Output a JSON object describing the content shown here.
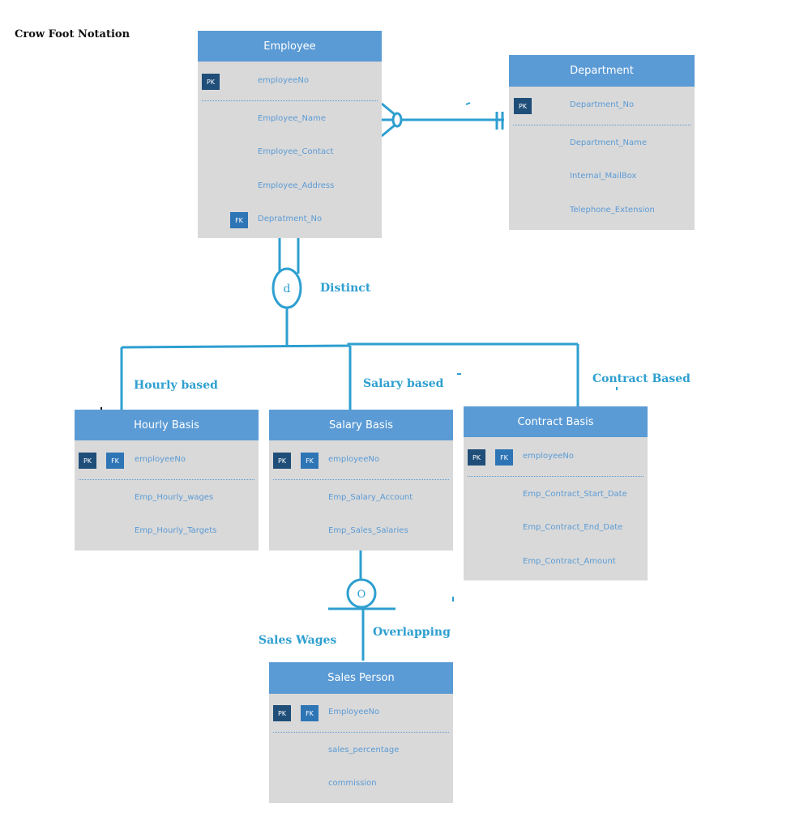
{
  "diagram": {
    "title": "Crow Foot Notation",
    "colors": {
      "header": "#5b9bd5",
      "body": "#d9d9d9",
      "key_badge": "#1f4e79",
      "connector": "#2e9fd0"
    },
    "labels": {
      "distinct": "Distinct",
      "disjoint_symbol": "d",
      "hourly": "Hourly based",
      "salary": "Salary based",
      "contract": "Contract Based",
      "overlap_symbol": "O",
      "overlapping": "Overlapping",
      "sales_wages": "Sales Wages"
    },
    "badges": {
      "pk": "PK",
      "fk": "FK"
    },
    "entities": {
      "employee": {
        "name": "Employee",
        "attributes": [
          "employeeNo",
          "Employee_Name",
          "Employee_Contact",
          "Employee_Address",
          "Depratment_No"
        ]
      },
      "department": {
        "name": "Department",
        "attributes": [
          "Department_No",
          "Department_Name",
          "Internal_MailBox",
          "Telephone_Extension"
        ]
      },
      "hourly": {
        "name": "Hourly Basis",
        "attributes": [
          "employeeNo",
          "Emp_Hourly_wages",
          "Emp_Hourly_Targets"
        ]
      },
      "salary": {
        "name": "Salary Basis",
        "attributes": [
          "employeeNo",
          "Emp_Salary_Account",
          "Emp_Sales_Salaries"
        ]
      },
      "contract": {
        "name": "Contract Basis",
        "attributes": [
          "employeeNo",
          "Emp_Contract_Start_Date",
          "Emp_Contract_End_Date",
          "Emp_Contract_Amount"
        ]
      },
      "sales": {
        "name": "Sales Person",
        "attributes": [
          "EmployeeNo",
          "sales_percentage",
          "commission"
        ]
      }
    }
  }
}
